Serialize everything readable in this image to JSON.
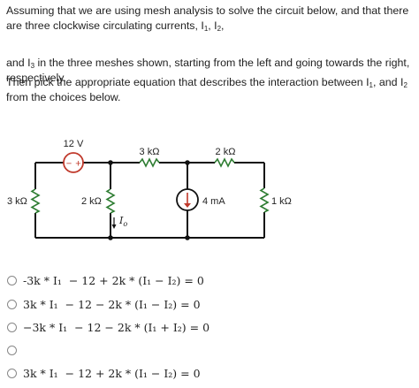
{
  "question": {
    "p1_a": "Assuming that we are using mesh analysis to solve the circuit below, and that there are three clockwise circulating currents, I",
    "p1_sub1": "1",
    "p1_b": ", I",
    "p1_sub2": "2",
    "p1_c": ",",
    "p2_a": "and I",
    "p2_sub3": "3",
    "p2_b": " in the three meshes shown, starting from the left and going towards the right, respectively.",
    "p3_a": "Then pick the appropriate equation that describes the interaction between I",
    "p3_sub1": "1",
    "p3_b": ", and I",
    "p3_sub2": "2",
    "p3_c": " from the choices below."
  },
  "circuit": {
    "source_voltage": "12 V",
    "source_plus": "+",
    "source_minus": "−",
    "r_left": "3 kΩ",
    "r_middle": "2 kΩ",
    "r_top_middle": "3 kΩ",
    "r_top_right": "2 kΩ",
    "r_right": "1 kΩ",
    "current_source": "4 mA",
    "io_label": "I",
    "io_sub": "o"
  },
  "choices": [
    {
      "text": "-3k * I₁  − 12 + 2k * (I₁ − I₂) = 0"
    },
    {
      "text": "3k * I₁  − 12 − 2k * (I₁ − I₂) = 0"
    },
    {
      "text": "−3k * I₁  − 12 − 2k * (I₁ + I₂) = 0"
    },
    {
      "text": ""
    },
    {
      "text": "3k * I₁  − 12 + 2k * (I₁ − I₂) = 0"
    }
  ],
  "colors": {
    "wire": "#111111",
    "source_red": "#c0392b",
    "text": "#222222",
    "radio_border": "#888888"
  }
}
